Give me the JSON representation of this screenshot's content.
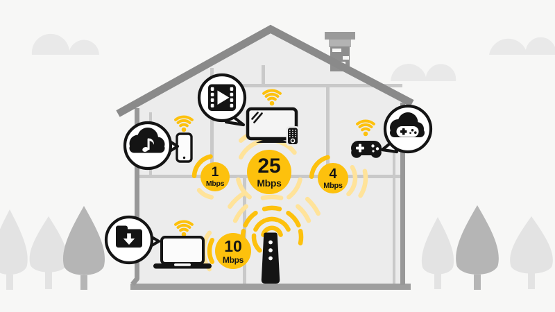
{
  "scene": {
    "description": "Illustration of a house showing Wi-Fi bandwidth used by devices in different rooms",
    "badges": {
      "music": {
        "value": "1",
        "unit": "Mbps"
      },
      "streaming": {
        "value": "25",
        "unit": "Mbps"
      },
      "gaming": {
        "value": "4",
        "unit": "Mbps"
      },
      "download": {
        "value": "10",
        "unit": "Mbps"
      }
    },
    "icons": {
      "music_bubble": "cloud-music-icon",
      "video_bubble": "film-play-icon",
      "gaming_bubble": "cloud-gaming-icon",
      "download_bubble": "folder-download-icon",
      "wifi": "wifi-signal-icon",
      "router": "router-icon",
      "devices": [
        "smartphone-icon",
        "tv-icon",
        "remote-icon",
        "game-controller-icon",
        "laptop-icon"
      ]
    },
    "colors": {
      "gold": "#FDC10D",
      "pale_gold": "#FFE39A",
      "icon_black": "#141414",
      "roof_gray": "#8A8A8A",
      "wall_gray": "#989898",
      "line_gray": "#C9C9C9",
      "house_fill": "#ECECEC",
      "background": "#F7F7F6",
      "cloud_gray": "#E9E9E9",
      "tree_light": "#E3E3E3",
      "tree_dark": "#B5B5B5",
      "ground_gray": "#9E9E9E"
    }
  }
}
